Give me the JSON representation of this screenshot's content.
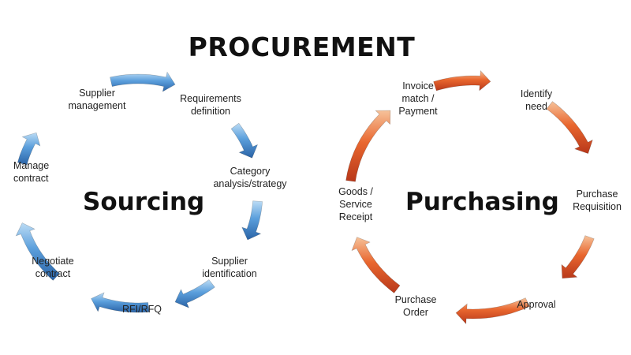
{
  "title": "PROCUREMENT",
  "sourcing": {
    "label": "Sourcing",
    "steps": [
      "Supplier\nmanagement",
      "Requirements\ndefinition",
      "Category\nanalysis/strategy",
      "Supplier\nidentification",
      "RFI/RFQ",
      "Negotiate\ncontract",
      "Manage\ncontract"
    ]
  },
  "purchasing": {
    "label": "Purchasing",
    "steps": [
      "Invoice\nmatch /\nPayment",
      "Identify\nneed",
      "Purchase\nRequisition",
      "Approval",
      "Purchase\nOrder",
      "Goods /\nService\nReceipt"
    ]
  },
  "colors": {
    "sourcing_arrow": "#4a8fd0",
    "purchasing_arrow": "#e0552a"
  }
}
